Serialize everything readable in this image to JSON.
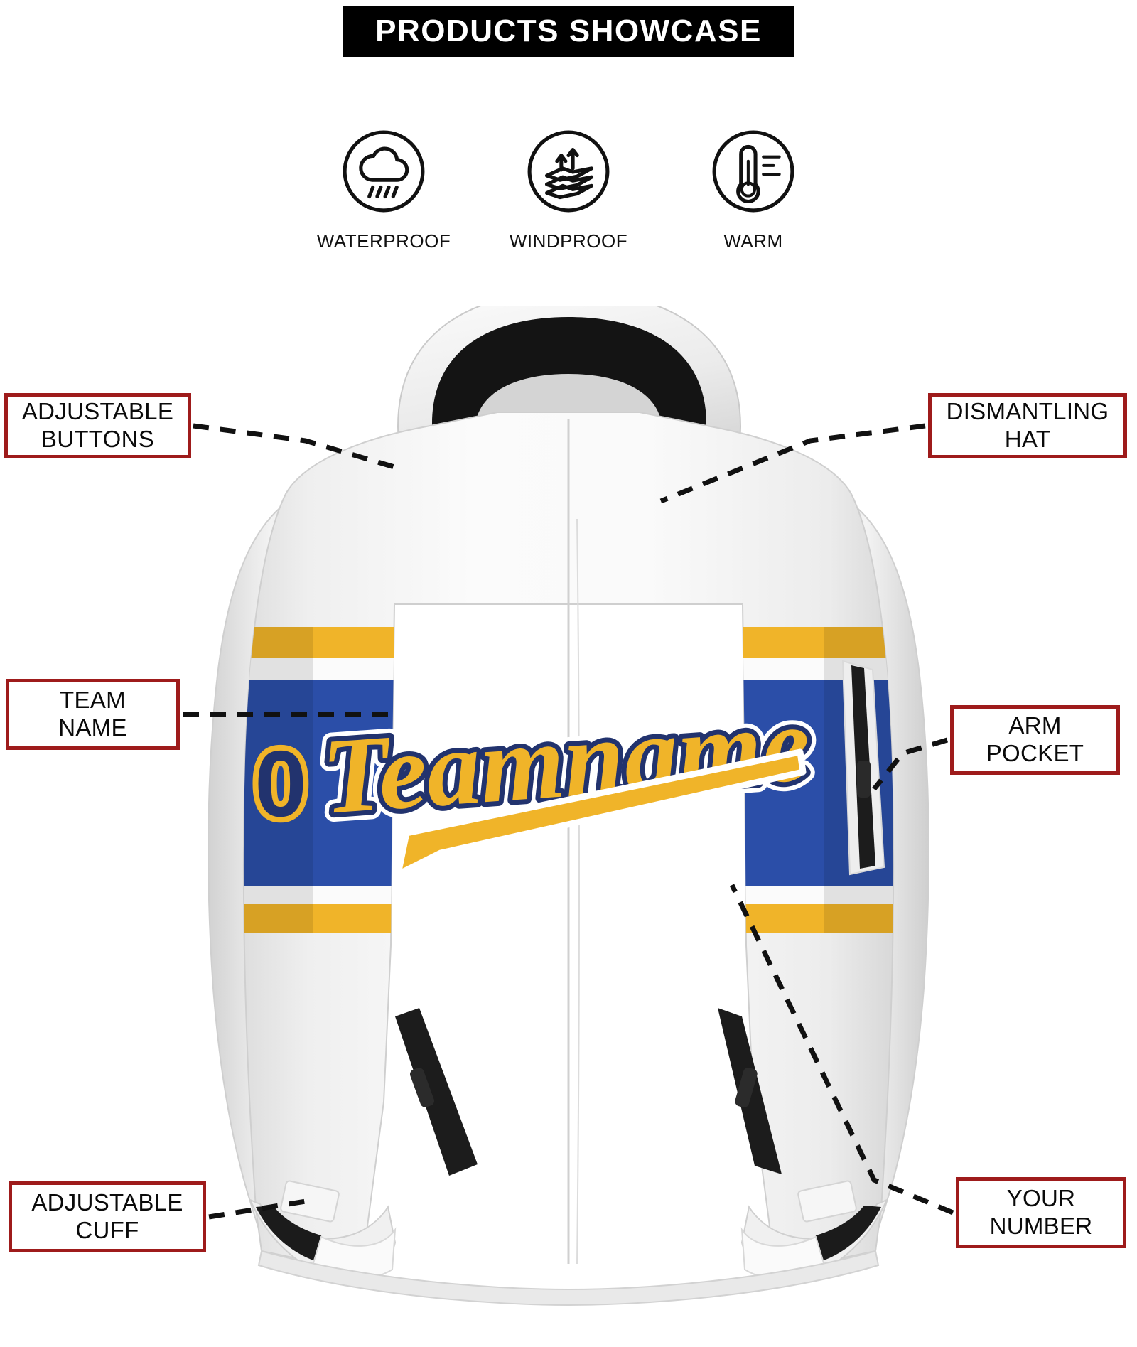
{
  "header": {
    "title": "PRODUCTS SHOWCASE",
    "banner_bg": "#000000",
    "banner_text_color": "#ffffff"
  },
  "features": [
    {
      "id": "waterproof",
      "label": "WATERPROOF",
      "icon": "rain-cloud-icon"
    },
    {
      "id": "windproof",
      "label": "WINDPROOF",
      "icon": "fabric-layers-arrows-icon"
    },
    {
      "id": "warm",
      "label": "WARM",
      "icon": "thermometer-icon"
    }
  ],
  "callouts": {
    "adjustable_buttons": {
      "line1": "ADJUSTABLE",
      "line2": "BUTTONS",
      "side": "left"
    },
    "team_name": {
      "line1": "TEAM",
      "line2": "NAME",
      "side": "left"
    },
    "adjustable_cuff": {
      "line1": "ADJUSTABLE",
      "line2": "CUFF",
      "side": "left"
    },
    "dismantling_hat": {
      "line1": "DISMANTLING",
      "line2": "HAT",
      "side": "right"
    },
    "arm_pocket": {
      "line1": "ARM",
      "line2": "POCKET",
      "side": "right"
    },
    "your_number": {
      "line1": "YOUR",
      "line2": "NUMBER",
      "side": "right"
    }
  },
  "product": {
    "type": "hooded-softshell-jacket",
    "team_name_text": "Teamname",
    "number_text": "0",
    "colors": {
      "body_white": "#f4f4f4",
      "royal_blue": "#2b4ea8",
      "gold": "#f0b429",
      "stripe_white": "#fbfbfb",
      "hood_lining_black": "#141414",
      "zipper_black": "#1a1a1a",
      "callout_border_red": "#9e1b1b"
    }
  }
}
